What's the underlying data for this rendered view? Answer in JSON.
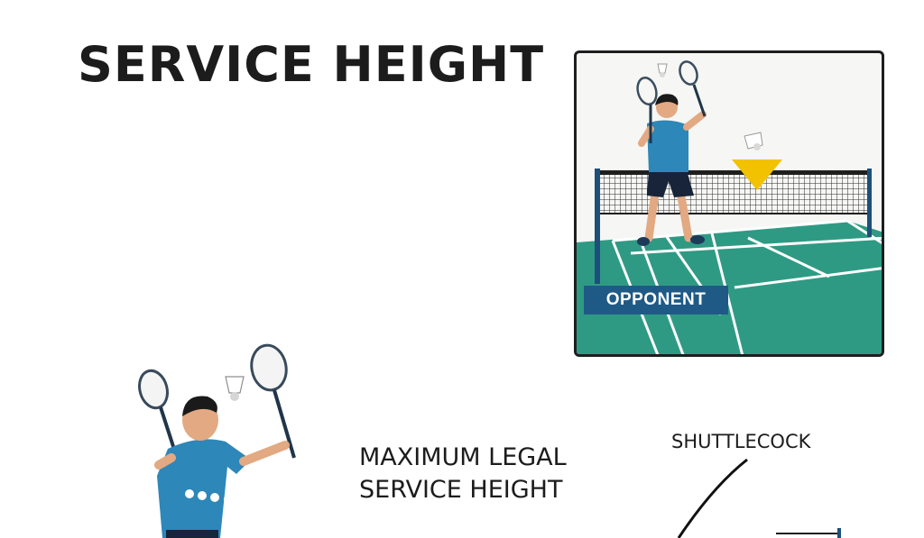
{
  "title": "SERVICE HEIGHT",
  "inset": {
    "label": "OPPONENT"
  },
  "labels": {
    "max_line1": "MAXIMUM LEGAL",
    "max_line2": "SERVICE HEIGHT",
    "shuttlecock": "SHUTTLECOCK"
  },
  "colors": {
    "court": "#2f9a84",
    "court_lines": "#ffffff",
    "label_bg": "#1f5a86",
    "shirt": "#2d87b8",
    "shorts": "#17243a",
    "marker": "#f2c200",
    "net_post": "#1d4f7a"
  },
  "icons": [
    "player-figure",
    "racket-icon",
    "shuttlecock-icon",
    "net",
    "height-marker-triangle"
  ]
}
